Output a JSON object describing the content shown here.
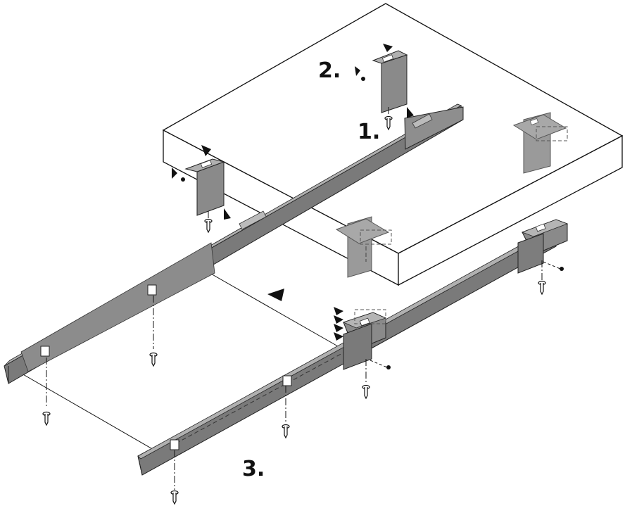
{
  "steps": [
    {
      "id": "step-1",
      "label": "1."
    },
    {
      "id": "step-2",
      "label": "2."
    },
    {
      "id": "step-3",
      "label": "3."
    }
  ],
  "colors": {
    "rail": "#7f7f7f",
    "rail_light": "#a3a3a3",
    "rail_dark": "#5c5c5c",
    "outline": "#111111",
    "panel": "#ffffff",
    "bracket": "#8a8a8a",
    "arrow": "#111111"
  },
  "icons": [
    "screw-icon",
    "direction-arrow-icon",
    "bracket-icon"
  ]
}
